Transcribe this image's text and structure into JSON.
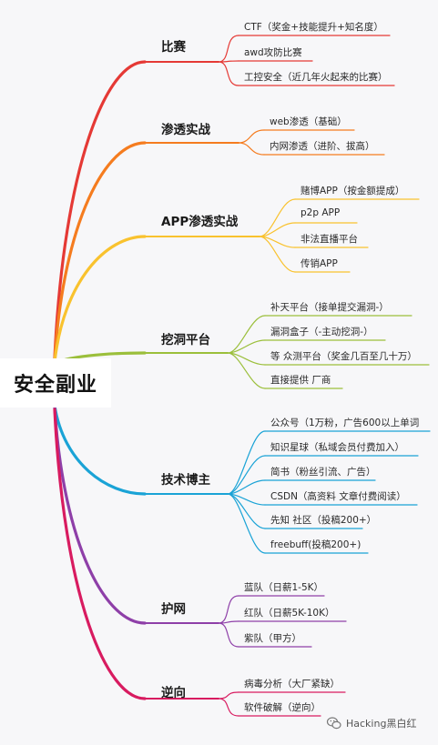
{
  "root": {
    "label": "安全副业"
  },
  "branches": [
    {
      "label": "比赛",
      "color": "#e53935",
      "children": [
        "CTF（奖金+技能提升+知名度）",
        "awd攻防比赛",
        "工控安全（近几年火起来的比赛）"
      ]
    },
    {
      "label": "渗透实战",
      "color": "#f57c1f",
      "children": [
        "web渗透（基础）",
        "内网渗透（进阶、拔高）"
      ]
    },
    {
      "label": "APP渗透实战",
      "color": "#f9c22e",
      "children": [
        "赌博APP（按金额提成）",
        "p2p APP",
        "非法直播平台",
        "传销APP"
      ]
    },
    {
      "label": "挖洞平台",
      "color": "#9bbf3b",
      "children": [
        "补天平台（接单提交漏洞-）",
        "漏洞盒子（-主动挖洞-）",
        "等 众测平台（奖金几百至几十万）",
        "直接提供 厂商"
      ]
    },
    {
      "label": "技术博主",
      "color": "#1aa3d6",
      "children": [
        "公众号（1万粉，广告600以上单词",
        "知识星球（私域会员付费加入）",
        "简书（粉丝引流、广告）",
        "CSDN（高资料 文章付费阅读）",
        "先知 社区（投稿200+）",
        "freebuff(投稿200+)"
      ]
    },
    {
      "label": "护网",
      "color": "#8e3fa8",
      "children": [
        "蓝队（日薪1-5K）",
        "红队（日薪5K-10K）",
        "紫队（甲方）"
      ]
    },
    {
      "label": "逆向",
      "color": "#d81b60",
      "children": [
        "病毒分析（大厂紧缺）",
        "软件破解（逆向）"
      ]
    }
  ],
  "watermark": {
    "text": "Hacking黑白红",
    "icon": "wechat-icon"
  }
}
